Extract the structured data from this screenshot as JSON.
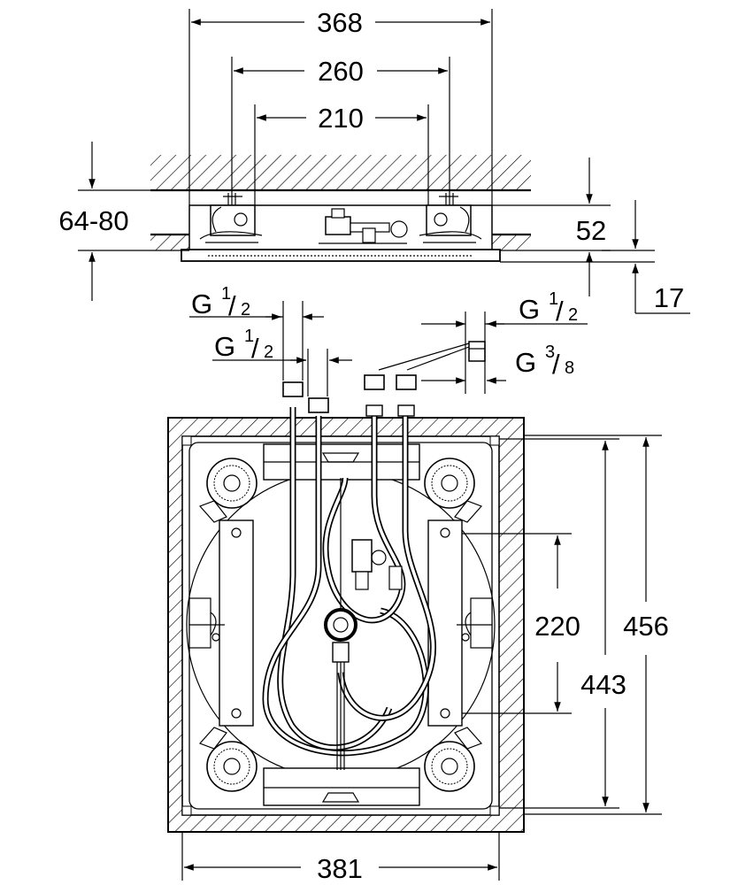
{
  "dimensions": {
    "overall_width": "368",
    "bracket_width": "260",
    "inner_width": "210",
    "ceiling_depth": "64-80",
    "body_height": "52",
    "plate_height": "17",
    "frame_width": "381",
    "bracket_spacing": "220",
    "frame_inner_height": "443",
    "frame_outer_height": "456"
  },
  "connections": {
    "thread_g": "G",
    "half_num": "1",
    "half_den": "2",
    "threeeighths_num": "3",
    "threeeighths_den": "8"
  }
}
